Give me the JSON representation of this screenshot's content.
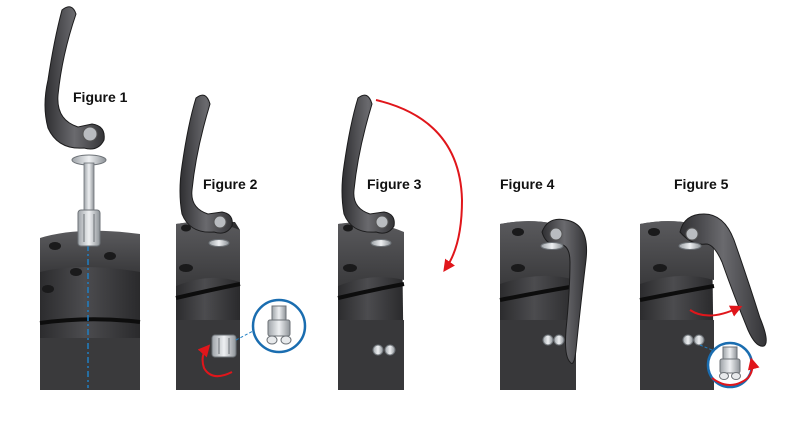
{
  "figures": [
    {
      "label": "Figure 1"
    },
    {
      "label": "Figure 2"
    },
    {
      "label": "Figure 3"
    },
    {
      "label": "Figure 4"
    },
    {
      "label": "Figure 5"
    }
  ],
  "colors": {
    "flange_body": "#3e3e40",
    "flange_dark": "#1f1f21",
    "gasket_line": "#0d0d0d",
    "handle": "#4a4a4d",
    "handle_highlight": "#8a8a8e",
    "steel": "#cfd2d6",
    "arrow_red": "#e0161b",
    "guide_blue": "#1f7fc4",
    "callout_ring": "#1a6db0"
  },
  "icons": [
    "flange-icon",
    "lever-handle-icon",
    "bolt-icon",
    "rotation-arrow-icon",
    "zoom-callout-icon"
  ]
}
